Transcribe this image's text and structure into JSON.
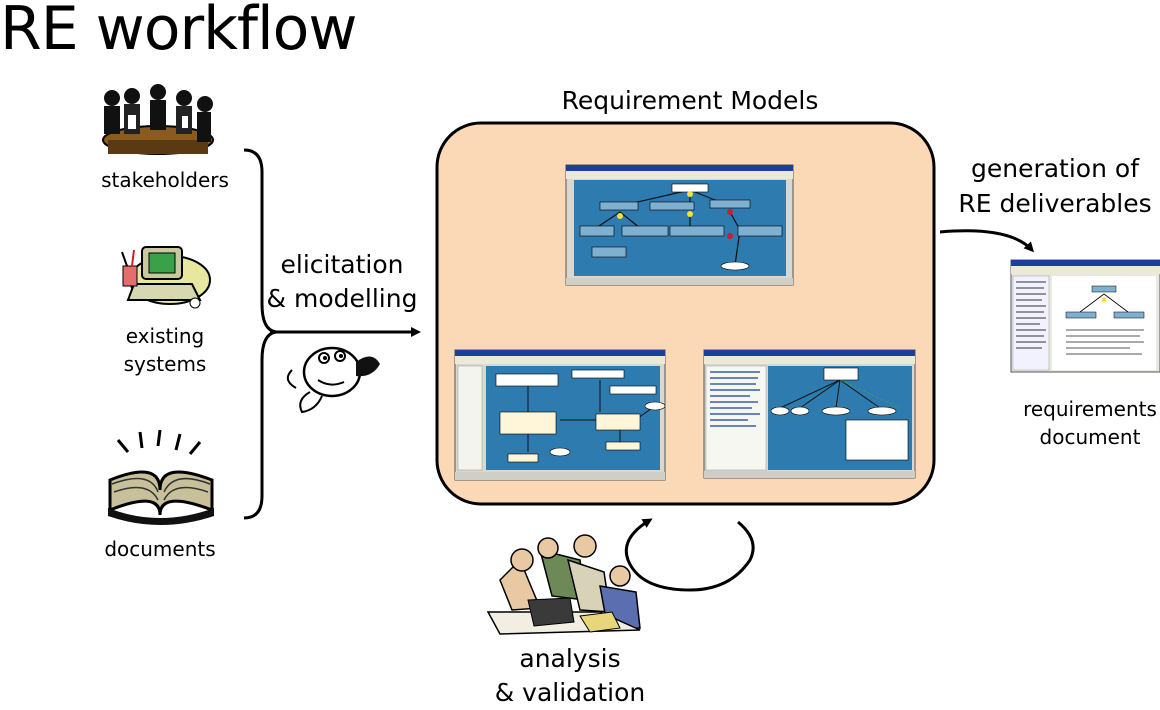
{
  "title": "RE workflow",
  "sources": {
    "stakeholders": "stakeholders",
    "existing_systems_line1": "existing",
    "existing_systems_line2": "systems",
    "documents": "documents"
  },
  "elicitation": {
    "line1": "elicitation",
    "line2": "& modelling"
  },
  "models": {
    "heading": "Requirement Models"
  },
  "generation": {
    "line1": "generation of",
    "line2": "RE deliverables"
  },
  "output": {
    "line1": "requirements",
    "line2": "document"
  },
  "analysis": {
    "line1": "analysis",
    "line2": "& validation"
  },
  "colors": {
    "models_box_fill": "#fcd9b6",
    "screen_blue": "#2e7bb0",
    "window_chrome": "#d8d8d0",
    "text": "#000000"
  },
  "icons": [
    "meeting-people-icon",
    "computer-icon",
    "open-book-icon",
    "thinking-face-icon",
    "team-laptop-icon",
    "cycle-arrow-icon"
  ]
}
